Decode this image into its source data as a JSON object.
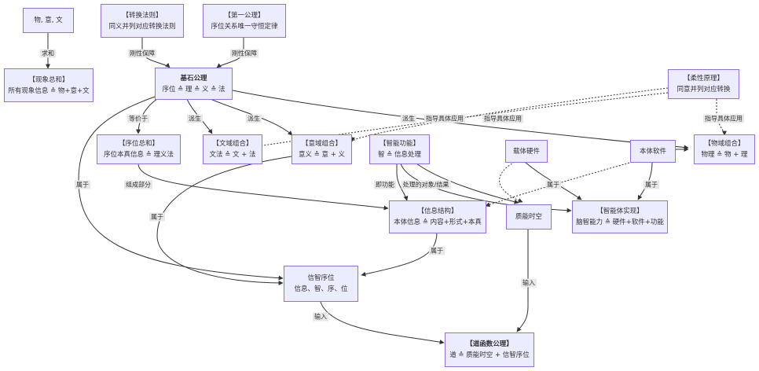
{
  "nodes": {
    "wu_yi_wen": {
      "line1": "物, 意, 文",
      "line2": ""
    },
    "zhuanhuan": {
      "line1": "【转换法则】",
      "line2": "同义并列对应转换法则"
    },
    "diyi": {
      "line1": "【第一公理】",
      "line2": "序位关系唯一守恒定律"
    },
    "xianxiang": {
      "line1": "【现象总和】",
      "line2": "所有现象信息 ≙ 物+意+文"
    },
    "jishi": {
      "line1": "基石公理",
      "line2": "序位 ≙ 理 ≙ 义 ≙ 法"
    },
    "rouxing": {
      "line1": "【柔性原理】",
      "line2": "同意并列对应转换"
    },
    "xuwei_zonghe": {
      "line1": "【序位总和】",
      "line2": "序位本真信息 ≙ 理义法"
    },
    "wenyu": {
      "line1": "【文域组合】",
      "line2": "文法 ≙ 文 + 法"
    },
    "yiyu": {
      "line1": "【意域组合】",
      "line2": "意义 ≙ 意 + 义"
    },
    "zhineng_gongneng": {
      "line1": "【智能功能】",
      "line2": "智 ≙ 信息处理"
    },
    "zaineng": {
      "line1": "载体硬件",
      "line2": ""
    },
    "benti_ruanjian": {
      "line1": "本体软件",
      "line2": ""
    },
    "wuyu": {
      "line1": "【物域组合】",
      "line2": "物理 ≙ 物 + 理"
    },
    "xinxi_jiegou": {
      "line1": "【信息结构】",
      "line2": "本体信息 ≙ 内容+形式+本真"
    },
    "zhineng_shikong": {
      "line1": "质能时空",
      "line2": ""
    },
    "zhinengti": {
      "line1": "【智能体实现】",
      "line2": "脑智能力 ≙ 硬件+软件+功能"
    },
    "xinzhi": {
      "line1": "信智序位",
      "line2": "信息、智、序、位"
    },
    "daohanshu": {
      "line1": "【道函数公理】",
      "line2": "道 ≙ 质能时空 + 信智序位"
    }
  },
  "edge_labels": {
    "qiuhe": "求和",
    "gangxing1": "刚性保障",
    "gangxing2": "刚性保障",
    "dengjia": "等价于",
    "paisheng1": "派生",
    "paisheng2": "派生",
    "paisheng3": "派生",
    "zhidao1": "指导具体应用",
    "zhidao2": "指导具体应用",
    "zhidao3": "指导具体应用",
    "shuyu1": "属于",
    "zucheng": "组成部分",
    "shuyu2": "属于",
    "jigongneng": "即功能",
    "chuli": "处理的对象/结果",
    "shuyu3": "属于",
    "shuyu4": "属于",
    "shuyu5": "属于",
    "shuru1": "输入",
    "shuru2": "输入"
  },
  "colors": {
    "node_fill": "#ECECFF",
    "node_border": "#9370DB",
    "edge": "#333333",
    "label_bg": "#e8e8e8"
  }
}
